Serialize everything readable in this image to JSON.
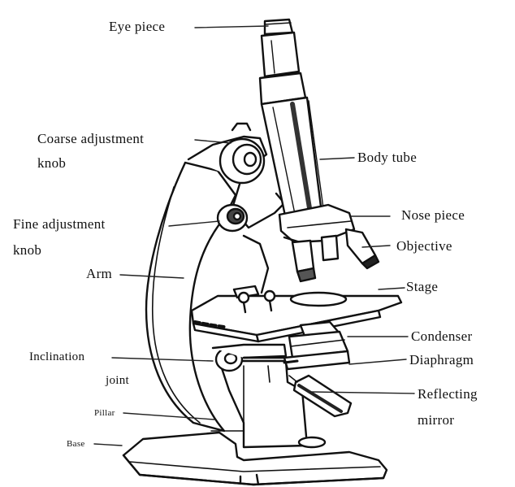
{
  "figure": {
    "title": "",
    "colors": {
      "ink": "#111111",
      "paper": "#ffffff",
      "shade": "#3a3a3a"
    }
  },
  "labels": {
    "eye_piece": "Eye piece",
    "coarse_adjustment_knob_line1": "Coarse adjustment",
    "coarse_adjustment_knob_line2": "knob",
    "body_tube": "Body tube",
    "fine_adjustment_knob_line1": "Fine adjustment",
    "fine_adjustment_knob_line2": "knob",
    "nose_piece": "Nose piece",
    "objective": "Objective",
    "arm": "Arm",
    "stage": "Stage",
    "condenser": "Condenser",
    "inclination_joint_line1": "Inclination",
    "inclination_joint_line2": "joint",
    "diaphragm": "Diaphragm",
    "reflecting_mirror_line1": "Reflecting",
    "reflecting_mirror_line2": "mirror",
    "pillar": "Pillar",
    "base": "Base"
  }
}
